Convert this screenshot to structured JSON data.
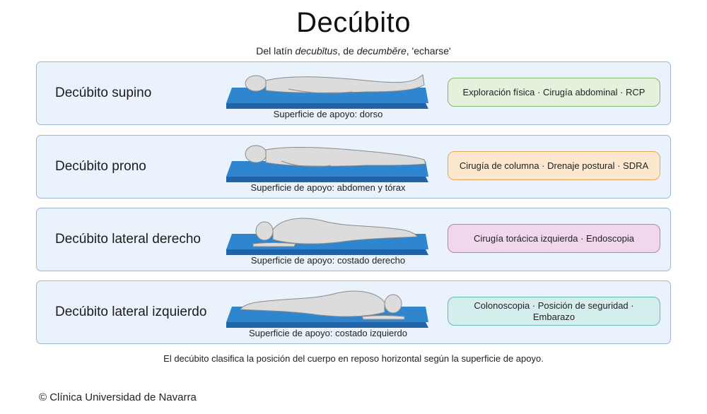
{
  "title": "Decúbito",
  "subtitle": {
    "prefix": "Del latín ",
    "term1": "decubītus",
    "middle": ", de ",
    "term2": "decumbĕre",
    "suffix": ", 'echarse'"
  },
  "rows": [
    {
      "label": "Decúbito supino",
      "support": "Superficie de apoyo: dorso",
      "uses": "Exploración física · Cirugía abdominal · RCP",
      "tag_bg": "#e3f1dd",
      "tag_border": "#7fb872"
    },
    {
      "label": "Decúbito prono",
      "support": "Superficie de apoyo: abdomen y tórax",
      "uses": "Cirugía de columna · Drenaje postural · SDRA",
      "tag_bg": "#fde8cf",
      "tag_border": "#eba45a"
    },
    {
      "label": "Decúbito lateral derecho",
      "support": "Superficie de apoyo: costado derecho",
      "uses": "Cirugía torácica izquierda · Endoscopia",
      "tag_bg": "#f0d7ec",
      "tag_border": "#c27cb8"
    },
    {
      "label": "Decúbito lateral izquierdo",
      "support": "Superficie de apoyo: costado izquierdo",
      "uses": "Colonoscopia · Posición de seguridad · Embarazo",
      "tag_bg": "#d3eeec",
      "tag_border": "#62bcb4"
    }
  ],
  "footnote": "El decúbito clasifica la posición del cuerpo en reposo horizontal según la superficie de apoyo.",
  "copyright": "© Clínica Universidad de Navarra",
  "colors": {
    "mat_top": "#2f86cf",
    "mat_side": "#1f64a6",
    "body_fill": "#dcdcdc",
    "body_stroke": "#8a8a8a",
    "row_bg": "#eaf2fb",
    "row_border": "#9db7d3"
  }
}
